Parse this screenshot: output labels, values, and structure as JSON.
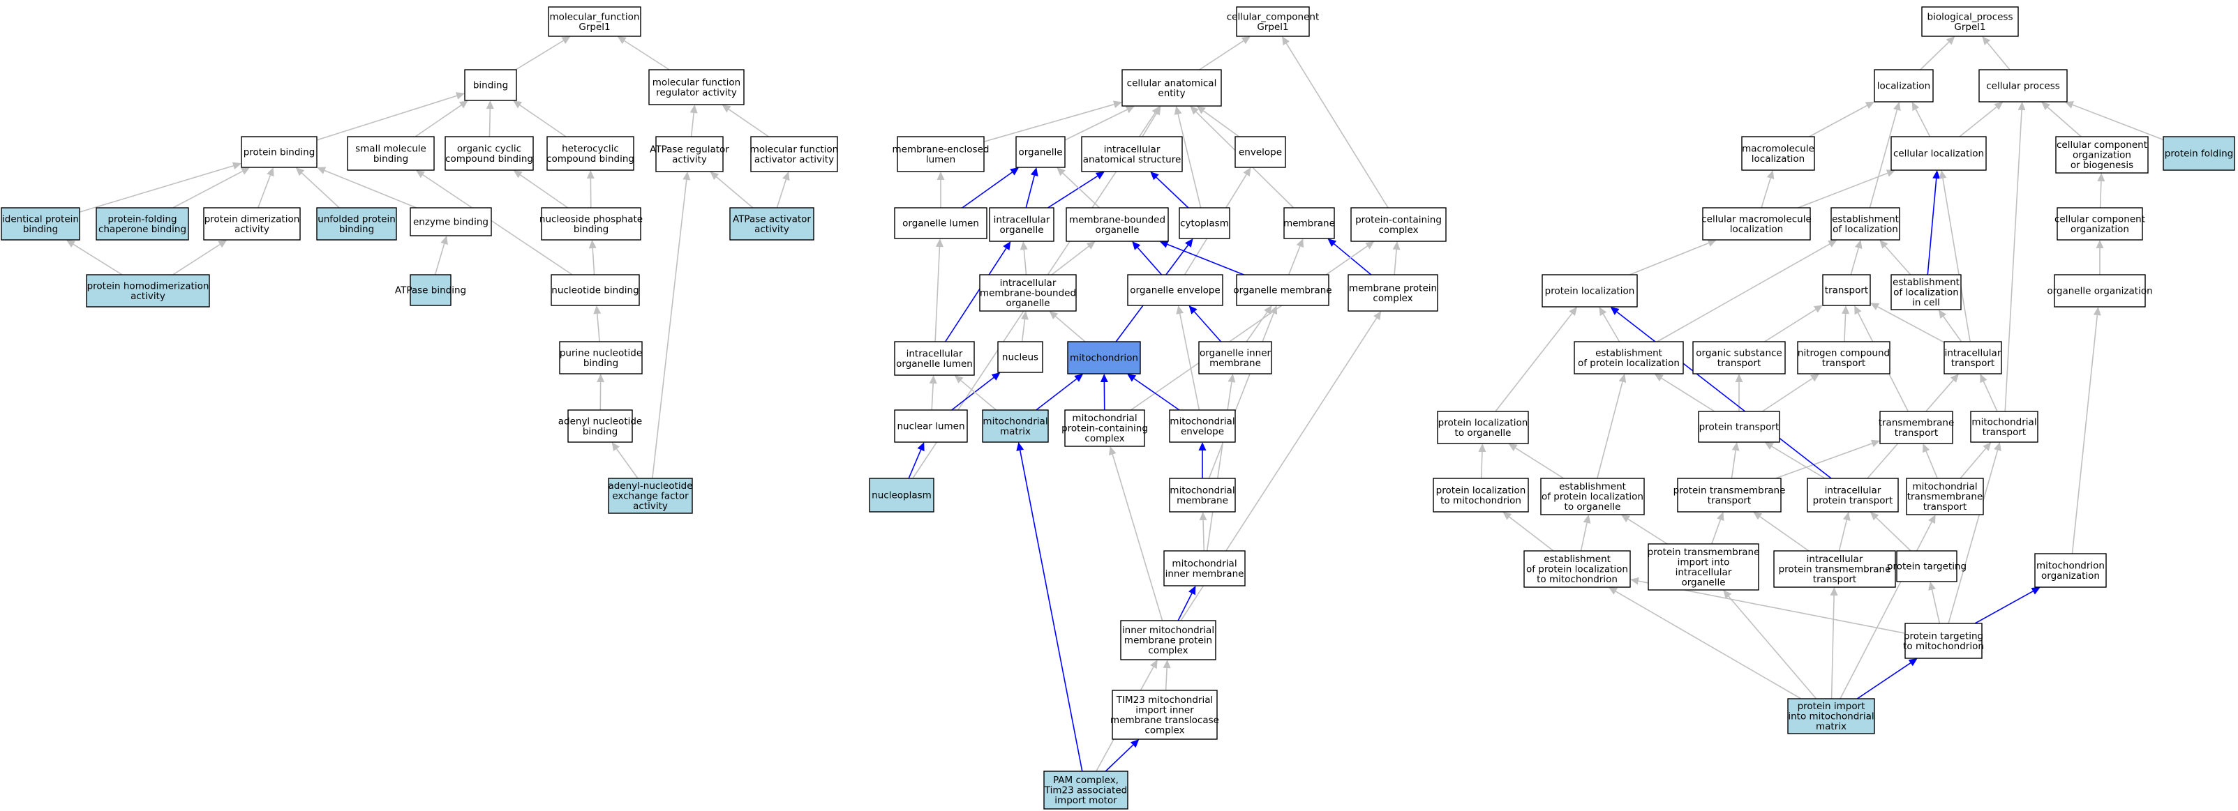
{
  "colors": {
    "default": "#ffffff",
    "light": "#add8e6",
    "focus": "#6495ed",
    "grey_edge": "#c0c0c0",
    "blue_edge": "#0000ff"
  },
  "nodes": {
    "mf": {
      "lines": [
        "molecular_function",
        "Grpel1"
      ]
    },
    "cc": {
      "lines": [
        "cellular_component",
        "Grpel1"
      ]
    },
    "bp": {
      "lines": [
        "biological_process",
        "Grpel1"
      ]
    },
    "binding": {
      "lines": [
        "binding"
      ]
    },
    "mfreg": {
      "lines": [
        "molecular function",
        "regulator activity"
      ]
    },
    "protbind": {
      "lines": [
        "protein binding"
      ]
    },
    "smallmol": {
      "lines": [
        "small molecule",
        "binding"
      ]
    },
    "orgcyc": {
      "lines": [
        "organic cyclic",
        "compound binding"
      ]
    },
    "hetcyc": {
      "lines": [
        "heterocyclic",
        "compound binding"
      ]
    },
    "atpreg": {
      "lines": [
        "ATPase regulator",
        "activity"
      ]
    },
    "mfact": {
      "lines": [
        "molecular function",
        "activator activity"
      ]
    },
    "identprot": {
      "lines": [
        "identical protein",
        "binding"
      ],
      "color": "light"
    },
    "chaperone": {
      "lines": [
        "protein-folding",
        "chaperone binding"
      ],
      "color": "light"
    },
    "protdimer": {
      "lines": [
        "protein dimerization",
        "activity"
      ]
    },
    "unfolded": {
      "lines": [
        "unfolded protein",
        "binding"
      ],
      "color": "light"
    },
    "enzyme": {
      "lines": [
        "enzyme binding"
      ]
    },
    "nucphos": {
      "lines": [
        "nucleoside phosphate",
        "binding"
      ]
    },
    "atpaseact": {
      "lines": [
        "ATPase activator",
        "activity"
      ],
      "color": "light"
    },
    "homodimer": {
      "lines": [
        "protein homodimerization",
        "activity"
      ],
      "color": "light"
    },
    "atpbind": {
      "lines": [
        "ATPase binding"
      ],
      "color": "light"
    },
    "nucleotide": {
      "lines": [
        "nucleotide binding"
      ]
    },
    "purine": {
      "lines": [
        "purine nucleotide",
        "binding"
      ]
    },
    "adenyl": {
      "lines": [
        "adenyl nucleotide",
        "binding"
      ]
    },
    "adenylgef": {
      "lines": [
        "adenyl-nucleotide",
        "exchange factor",
        "activity"
      ],
      "color": "light"
    },
    "cae": {
      "lines": [
        "cellular anatomical",
        "entity"
      ]
    },
    "memlumen": {
      "lines": [
        "membrane-enclosed",
        "lumen"
      ]
    },
    "organelle": {
      "lines": [
        "organelle"
      ]
    },
    "intraanat": {
      "lines": [
        "intracellular",
        "anatomical structure"
      ]
    },
    "envelope": {
      "lines": [
        "envelope"
      ]
    },
    "orglumen": {
      "lines": [
        "organelle lumen"
      ]
    },
    "intraorg": {
      "lines": [
        "intracellular",
        "organelle"
      ]
    },
    "membound": {
      "lines": [
        "membrane-bounded",
        "organelle"
      ]
    },
    "cytoplasm": {
      "lines": [
        "cytoplasm"
      ]
    },
    "membrane": {
      "lines": [
        "membrane"
      ]
    },
    "protcomplex": {
      "lines": [
        "protein-containing",
        "complex"
      ]
    },
    "intramembound": {
      "lines": [
        "intracellular",
        "membrane-bounded",
        "organelle"
      ]
    },
    "orgenv": {
      "lines": [
        "organelle envelope"
      ]
    },
    "orgmem": {
      "lines": [
        "organelle membrane"
      ]
    },
    "memprotcomplex": {
      "lines": [
        "membrane protein",
        "complex"
      ]
    },
    "intraorglumen": {
      "lines": [
        "intracellular",
        "organelle lumen"
      ]
    },
    "nucleus": {
      "lines": [
        "nucleus"
      ]
    },
    "mito": {
      "lines": [
        "mitochondrion"
      ],
      "color": "focus"
    },
    "orginner": {
      "lines": [
        "organelle inner",
        "membrane"
      ]
    },
    "nuclumen": {
      "lines": [
        "nuclear lumen"
      ]
    },
    "mitomatrix": {
      "lines": [
        "mitochondrial",
        "matrix"
      ],
      "color": "light"
    },
    "mitoprotcomplex": {
      "lines": [
        "mitochondrial",
        "protein-containing",
        "complex"
      ]
    },
    "mitoenv": {
      "lines": [
        "mitochondrial",
        "envelope"
      ]
    },
    "nucleoplasm": {
      "lines": [
        "nucleoplasm"
      ],
      "color": "light"
    },
    "mitomem": {
      "lines": [
        "mitochondrial",
        "membrane"
      ]
    },
    "mitoinner": {
      "lines": [
        "mitochondrial",
        "inner membrane"
      ]
    },
    "innermitocomplex": {
      "lines": [
        "inner mitochondrial",
        "membrane protein",
        "complex"
      ]
    },
    "tim23": {
      "lines": [
        "TIM23 mitochondrial",
        "import inner",
        "membrane translocase",
        "complex"
      ]
    },
    "pam": {
      "lines": [
        "PAM complex,",
        "Tim23 associated",
        "import motor"
      ],
      "color": "light"
    },
    "localization": {
      "lines": [
        "localization"
      ]
    },
    "cellproc": {
      "lines": [
        "cellular process"
      ]
    },
    "macroloc": {
      "lines": [
        "macromolecule",
        "localization"
      ]
    },
    "cellloc": {
      "lines": [
        "cellular localization"
      ]
    },
    "ccorgbio": {
      "lines": [
        "cellular component",
        "organization",
        "or biogenesis"
      ]
    },
    "protfolding": {
      "lines": [
        "protein folding"
      ],
      "color": "light"
    },
    "cellmacroloc": {
      "lines": [
        "cellular macromolecule",
        "localization"
      ]
    },
    "estloc": {
      "lines": [
        "establishment",
        "of localization"
      ]
    },
    "ccorg": {
      "lines": [
        "cellular component",
        "organization"
      ]
    },
    "protloc": {
      "lines": [
        "protein localization"
      ]
    },
    "transport": {
      "lines": [
        "transport"
      ]
    },
    "estloccell": {
      "lines": [
        "establishment",
        "of localization",
        "in cell"
      ]
    },
    "orgorg": {
      "lines": [
        "organelle organization"
      ]
    },
    "estprotloc": {
      "lines": [
        "establishment",
        "of protein localization"
      ]
    },
    "orgsub": {
      "lines": [
        "organic substance",
        "transport"
      ]
    },
    "nitro": {
      "lines": [
        "nitrogen compound",
        "transport"
      ]
    },
    "intratrans": {
      "lines": [
        "intracellular",
        "transport"
      ]
    },
    "protloctoorg": {
      "lines": [
        "protein localization",
        "to organelle"
      ]
    },
    "prottrans": {
      "lines": [
        "protein transport"
      ]
    },
    "tmtrans": {
      "lines": [
        "transmembrane",
        "transport"
      ]
    },
    "mitotrans": {
      "lines": [
        "mitochondrial",
        "transport"
      ]
    },
    "protloctomito": {
      "lines": [
        "protein localization",
        "to mitochondrion"
      ]
    },
    "estprotloctoorg": {
      "lines": [
        "establishment",
        "of protein localization",
        "to organelle"
      ]
    },
    "prottmtrans": {
      "lines": [
        "protein transmembrane",
        "transport"
      ]
    },
    "intraprottrans": {
      "lines": [
        "intracellular",
        "protein transport"
      ]
    },
    "mitotmtrans": {
      "lines": [
        "mitochondrial",
        "transmembrane",
        "transport"
      ]
    },
    "estprotloctomito": {
      "lines": [
        "establishment",
        "of protein localization",
        "to mitochondrion"
      ]
    },
    "prottmimport": {
      "lines": [
        "protein transmembrane",
        "import into",
        "intracellular",
        "organelle"
      ]
    },
    "intraprottmtrans": {
      "lines": [
        "intracellular",
        "protein transmembrane",
        "transport"
      ]
    },
    "prottargeting": {
      "lines": [
        "protein targeting"
      ]
    },
    "mitoorg": {
      "lines": [
        "mitochondrion",
        "organization"
      ]
    },
    "prottargmito": {
      "lines": [
        "protein targeting",
        "to mitochondrion"
      ]
    },
    "protimport": {
      "lines": [
        "protein import",
        "into mitochondrial",
        "matrix"
      ],
      "color": "light"
    }
  },
  "edges": [
    [
      "binding",
      "mf"
    ],
    [
      "mfreg",
      "mf"
    ],
    [
      "protbind",
      "binding"
    ],
    [
      "smallmol",
      "binding"
    ],
    [
      "orgcyc",
      "binding"
    ],
    [
      "hetcyc",
      "binding"
    ],
    [
      "atpreg",
      "mfreg"
    ],
    [
      "mfact",
      "mfreg"
    ],
    [
      "identprot",
      "protbind"
    ],
    [
      "chaperone",
      "protbind"
    ],
    [
      "protdimer",
      "protbind"
    ],
    [
      "unfolded",
      "protbind"
    ],
    [
      "enzyme",
      "protbind"
    ],
    [
      "nucphos",
      "orgcyc"
    ],
    [
      "nucphos",
      "hetcyc"
    ],
    [
      "atpaseact",
      "atpreg"
    ],
    [
      "atpaseact",
      "mfact"
    ],
    [
      "homodimer",
      "identprot"
    ],
    [
      "homodimer",
      "protdimer"
    ],
    [
      "atpbind",
      "enzyme"
    ],
    [
      "nucleotide",
      "nucphos"
    ],
    [
      "nucleotide",
      "smallmol"
    ],
    [
      "purine",
      "nucleotide"
    ],
    [
      "adenyl",
      "purine"
    ],
    [
      "adenylgef",
      "adenyl"
    ],
    [
      "adenylgef",
      "atpreg"
    ],
    [
      "cae",
      "cc"
    ],
    [
      "protcomplex",
      "cc"
    ],
    [
      "memlumen",
      "cae"
    ],
    [
      "organelle",
      "cae"
    ],
    [
      "intraanat",
      "cae"
    ],
    [
      "envelope",
      "cae"
    ],
    [
      "cytoplasm",
      "cae"
    ],
    [
      "membrane",
      "cae"
    ],
    [
      "nucleoplasm",
      "cae"
    ],
    [
      "orglumen",
      "memlumen"
    ],
    [
      "orglumen",
      "organelle",
      "b"
    ],
    [
      "intraorg",
      "organelle",
      "b"
    ],
    [
      "intraorg",
      "intraanat",
      "b"
    ],
    [
      "membound",
      "organelle"
    ],
    [
      "cytoplasm",
      "intraanat",
      "b"
    ],
    [
      "intramembound",
      "intraorg"
    ],
    [
      "intramembound",
      "membound"
    ],
    [
      "orgenv",
      "membound",
      "b"
    ],
    [
      "orgenv",
      "envelope"
    ],
    [
      "orgmem",
      "membound",
      "b"
    ],
    [
      "orgmem",
      "membrane"
    ],
    [
      "memprotcomplex",
      "membrane",
      "b"
    ],
    [
      "memprotcomplex",
      "protcomplex"
    ],
    [
      "intraorglumen",
      "orglumen"
    ],
    [
      "intraorglumen",
      "intraorg",
      "b"
    ],
    [
      "nucleus",
      "intramembound"
    ],
    [
      "mito",
      "intramembound"
    ],
    [
      "mito",
      "cytoplasm",
      "b"
    ],
    [
      "orginner",
      "orgmem"
    ],
    [
      "orginner",
      "orgenv",
      "b"
    ],
    [
      "nuclumen",
      "intraorglumen"
    ],
    [
      "nuclumen",
      "nucleus",
      "b"
    ],
    [
      "mitomatrix",
      "intraorglumen"
    ],
    [
      "mitomatrix",
      "mito",
      "b"
    ],
    [
      "mitoprotcomplex",
      "mito",
      "b"
    ],
    [
      "mitoprotcomplex",
      "protcomplex"
    ],
    [
      "mitoenv",
      "mito",
      "b"
    ],
    [
      "mitoenv",
      "orgenv"
    ],
    [
      "nucleoplasm",
      "nuclumen",
      "b"
    ],
    [
      "mitomem",
      "mitoenv",
      "b"
    ],
    [
      "mitomem",
      "orgmem"
    ],
    [
      "mitoinner",
      "mitomem"
    ],
    [
      "mitoinner",
      "orginner"
    ],
    [
      "innermitocomplex",
      "mitoinner",
      "b"
    ],
    [
      "innermitocomplex",
      "mitoprotcomplex"
    ],
    [
      "innermitocomplex",
      "memprotcomplex"
    ],
    [
      "tim23",
      "innermitocomplex"
    ],
    [
      "pam",
      "tim23",
      "b"
    ],
    [
      "pam",
      "mitomatrix",
      "b"
    ],
    [
      "pam",
      "innermitocomplex"
    ],
    [
      "localization",
      "bp"
    ],
    [
      "cellproc",
      "bp"
    ],
    [
      "macroloc",
      "localization"
    ],
    [
      "cellloc",
      "localization"
    ],
    [
      "cellloc",
      "cellproc"
    ],
    [
      "ccorgbio",
      "cellproc"
    ],
    [
      "protfolding",
      "cellproc"
    ],
    [
      "cellmacroloc",
      "macroloc"
    ],
    [
      "cellmacroloc",
      "cellloc"
    ],
    [
      "estloc",
      "localization"
    ],
    [
      "estloccell",
      "cellloc",
      "b"
    ],
    [
      "estloccell",
      "estloc"
    ],
    [
      "ccorg",
      "ccorgbio"
    ],
    [
      "orgorg",
      "ccorg"
    ],
    [
      "protloc",
      "cellmacroloc"
    ],
    [
      "transport",
      "estloc"
    ],
    [
      "estprotloc",
      "protloc"
    ],
    [
      "estprotloc",
      "estloc"
    ],
    [
      "orgsub",
      "transport"
    ],
    [
      "nitro",
      "transport"
    ],
    [
      "intratrans",
      "transport"
    ],
    [
      "intratrans",
      "estloccell"
    ],
    [
      "intratrans",
      "cellloc"
    ],
    [
      "protloctoorg",
      "protloc"
    ],
    [
      "prottrans",
      "orgsub"
    ],
    [
      "prottrans",
      "nitro"
    ],
    [
      "prottrans",
      "estprotloc"
    ],
    [
      "tmtrans",
      "transport"
    ],
    [
      "mitotrans",
      "intratrans"
    ],
    [
      "mitotrans",
      "cellproc"
    ],
    [
      "protloctomito",
      "protloctoorg"
    ],
    [
      "estprotloctoorg",
      "protloctoorg"
    ],
    [
      "estprotloctoorg",
      "estprotloc"
    ],
    [
      "prottmtrans",
      "prottrans"
    ],
    [
      "prottmtrans",
      "tmtrans"
    ],
    [
      "intraprottrans",
      "prottrans"
    ],
    [
      "intraprottrans",
      "intratrans"
    ],
    [
      "intraprottrans",
      "protloc",
      "b"
    ],
    [
      "mitotmtrans",
      "tmtrans"
    ],
    [
      "mitotmtrans",
      "mitotrans"
    ],
    [
      "estprotloctomito",
      "protloctomito"
    ],
    [
      "estprotloctomito",
      "estprotloctoorg"
    ],
    [
      "prottmimport",
      "prottmtrans"
    ],
    [
      "prottmimport",
      "estprotloctoorg"
    ],
    [
      "intraprottmtrans",
      "intraprottrans"
    ],
    [
      "intraprottmtrans",
      "prottmtrans"
    ],
    [
      "prottargeting",
      "intraprottrans"
    ],
    [
      "mitoorg",
      "orgorg"
    ],
    [
      "prottargmito",
      "prottargeting"
    ],
    [
      "prottargmito",
      "estprotloctomito"
    ],
    [
      "prottargmito",
      "mitoorg",
      "b"
    ],
    [
      "prottargmito",
      "mitotrans"
    ],
    [
      "protimport",
      "prottargmito",
      "b"
    ],
    [
      "protimport",
      "intraprottmtrans"
    ],
    [
      "protimport",
      "prottmimport"
    ],
    [
      "protimport",
      "estprotloctomito"
    ],
    [
      "protimport",
      "mitotmtrans"
    ]
  ]
}
